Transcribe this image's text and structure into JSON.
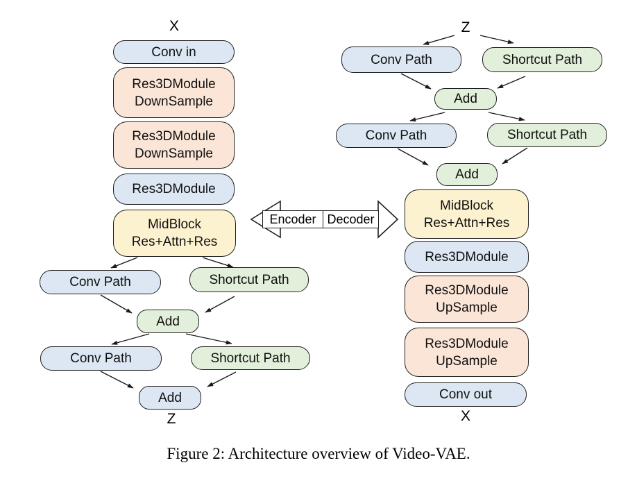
{
  "figure": {
    "caption": "Figure 2: Architecture overview of Video-VAE."
  },
  "legend": {
    "encoder_arrow": "Encoder",
    "decoder_arrow": "Decoder"
  },
  "colors": {
    "blue": "#dce7f3",
    "orange": "#fbe5d6",
    "yellow": "#fdf2cf",
    "green": "#e2efda",
    "border": "#1f1f1f",
    "line": "#1a1a1a"
  },
  "encoder": {
    "input_label": "X",
    "output_label": "Z",
    "nodes": {
      "conv_in": "Conv in",
      "down1": {
        "line1": "Res3DModule",
        "line2": "DownSample"
      },
      "down2": {
        "line1": "Res3DModule",
        "line2": "DownSample"
      },
      "res3d": "Res3DModule",
      "midblock": {
        "line1": "MidBlock",
        "line2": "Res+Attn+Res"
      },
      "conv_path_1": "Conv Path",
      "shortcut_path_1": "Shortcut Path",
      "add_1": "Add",
      "conv_path_2": "Conv Path",
      "shortcut_path_2": "Shortcut Path",
      "add_2": "Add"
    }
  },
  "decoder": {
    "input_label": "Z",
    "output_label": "X",
    "nodes": {
      "conv_path_1": "Conv Path",
      "shortcut_path_1": "Shortcut Path",
      "add_1": "Add",
      "conv_path_2": "Conv Path",
      "shortcut_path_2": "Shortcut Path",
      "add_2": "Add",
      "midblock": {
        "line1": "MidBlock",
        "line2": "Res+Attn+Res"
      },
      "res3d": "Res3DModule",
      "up1": {
        "line1": "Res3DModule",
        "line2": "UpSample"
      },
      "up2": {
        "line1": "Res3DModule",
        "line2": "UpSample"
      },
      "conv_out": "Conv out"
    }
  }
}
